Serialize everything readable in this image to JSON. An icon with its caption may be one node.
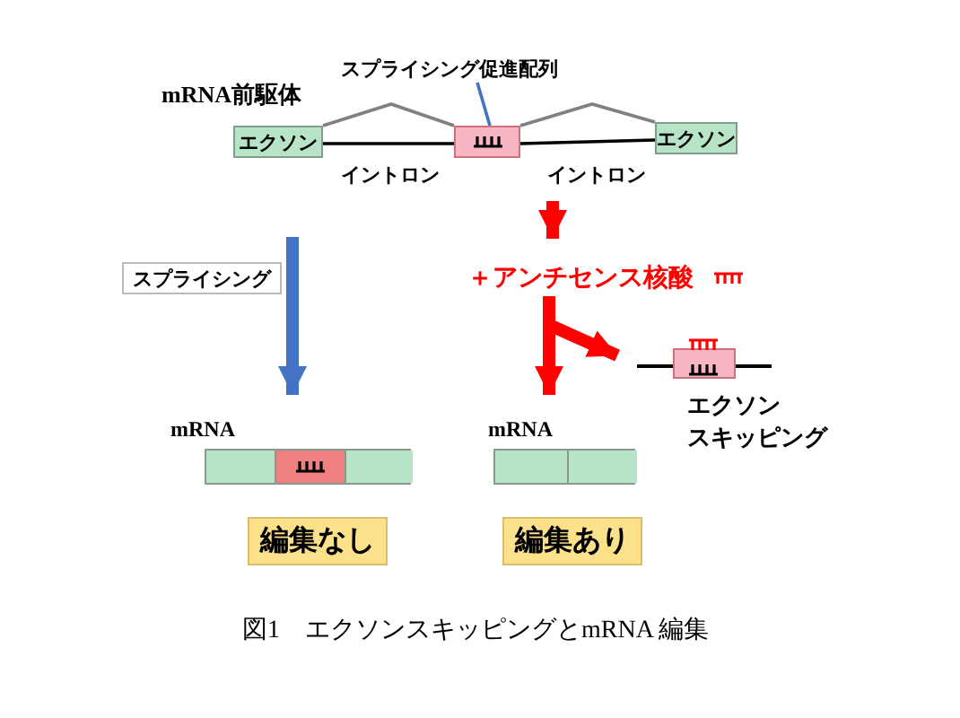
{
  "diagram": {
    "caption": "図1　エクソンスキッピングとmRNA 編集",
    "nodes": [
      {
        "text": [
          "エクソン"
        ]
      },
      {
        "text": [],
        "shape": "box"
      },
      {
        "text": [
          "エクソン"
        ]
      },
      {
        "text": [
          "スプライシング促進配列"
        ]
      },
      {
        "text": [
          "スプライシング"
        ]
      },
      {
        "text": [
          "＋アンチセンス核酸"
        ]
      },
      {
        "text": [],
        "shape": "box",
        "beside": [
          "エクソン",
          "スキッピング"
        ]
      },
      {
        "text": [],
        "shape": "bar",
        "beside": [
          "mRNA"
        ]
      },
      {
        "text": [],
        "shape": "bar",
        "beside": [
          "mRNA"
        ]
      },
      {
        "text": [
          "編集なし"
        ]
      },
      {
        "text": [
          "編集あり"
        ]
      }
    ],
    "edges": [
      {
        "from": 0,
        "to": 1,
        "arrow": "none",
        "label": "イントロン",
        "color": "#000000"
      },
      {
        "from": 1,
        "to": 2,
        "arrow": "none",
        "label": "イントロン",
        "color": "#000000"
      },
      {
        "from": 0,
        "to": 1,
        "arrow": "none",
        "color": "#808080"
      },
      {
        "from": 1,
        "to": 2,
        "arrow": "none",
        "color": "#808080"
      },
      {
        "from": 3,
        "to": 1,
        "arrow": "none",
        "color": "#4472c4"
      },
      {
        "from": null,
        "to": 5,
        "arrow": "to",
        "style": "thick",
        "color": "#ff0000"
      },
      {
        "from": 5,
        "to": 6,
        "arrow": "to",
        "style": "thick",
        "color": "#ff0000"
      },
      {
        "from": 5,
        "to": 8,
        "arrow": "to",
        "style": "thick",
        "color": "#ff0000"
      },
      {
        "from": null,
        "to": 7,
        "arrow": "to",
        "style": "thick",
        "color": "#4472c4"
      }
    ],
    "labels": [
      "mRNA前駆体"
    ]
  }
}
